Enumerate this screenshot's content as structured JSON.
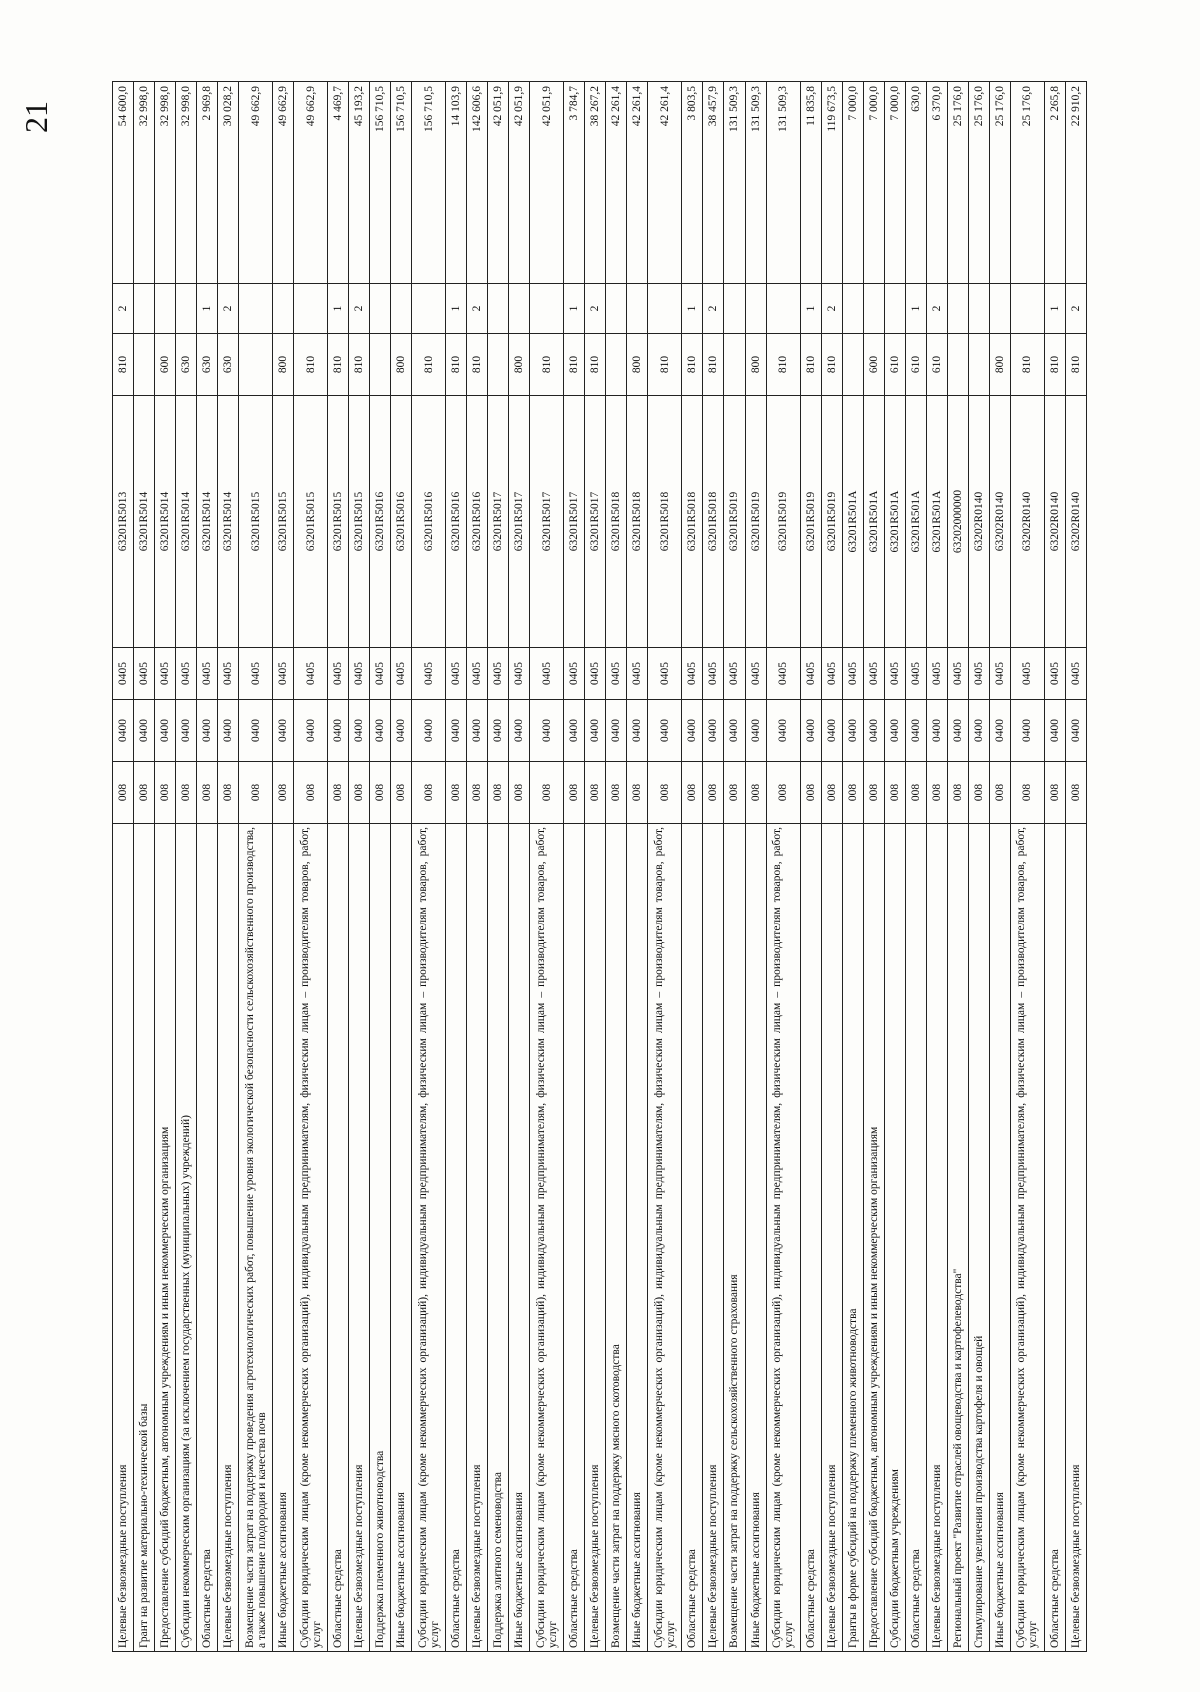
{
  "page_number": "21",
  "rows": [
    {
      "name": "Целевые безвозмездные поступления",
      "ministry": "008",
      "section": "0400",
      "subsection": "0405",
      "target": "63201R5013",
      "expense_type": "810",
      "note": "2",
      "amount": "54 600,0"
    },
    {
      "name": "Грант на развитие материально-технической базы",
      "ministry": "008",
      "section": "0400",
      "subsection": "0405",
      "target": "63201R5014",
      "expense_type": "",
      "note": "",
      "amount": "32 998,0"
    },
    {
      "name": "Предоставление субсидий бюджетным, автономным учреждениям и иным некоммерческим организациям",
      "ministry": "008",
      "section": "0400",
      "subsection": "0405",
      "target": "63201R5014",
      "expense_type": "600",
      "note": "",
      "amount": "32 998,0"
    },
    {
      "name": "Субсидии некоммерческим организациям (за исключением государственных (муниципальных) учреждений)",
      "ministry": "008",
      "section": "0400",
      "subsection": "0405",
      "target": "63201R5014",
      "expense_type": "630",
      "note": "",
      "amount": "32 998,0"
    },
    {
      "name": "Областные средства",
      "ministry": "008",
      "section": "0400",
      "subsection": "0405",
      "target": "63201R5014",
      "expense_type": "630",
      "note": "1",
      "amount": "2 969,8"
    },
    {
      "name": "Целевые безвозмездные поступления",
      "ministry": "008",
      "section": "0400",
      "subsection": "0405",
      "target": "63201R5014",
      "expense_type": "630",
      "note": "2",
      "amount": "30 028,2"
    },
    {
      "name": "Возмещение части затрат на поддержку проведения агротехнологических работ, повышение уровня экологической безопасности сельскохозяйственного производства, а также повышение плодородия и качества почв",
      "ministry": "008",
      "section": "0400",
      "subsection": "0405",
      "target": "63201R5015",
      "expense_type": "",
      "note": "",
      "amount": "49 662,9",
      "tall": true
    },
    {
      "name": "Иные бюджетные ассигнования",
      "ministry": "008",
      "section": "0400",
      "subsection": "0405",
      "target": "63201R5015",
      "expense_type": "800",
      "note": "",
      "amount": "49 662,9"
    },
    {
      "name": "Субсидии юридическим лицам (кроме некоммерческих организаций), индивидуальным предпринимателям, физическим лицам – производителям товаров, работ, услуг",
      "ministry": "008",
      "section": "0400",
      "subsection": "0405",
      "target": "63201R5015",
      "expense_type": "810",
      "note": "",
      "amount": "49 662,9",
      "tall": true
    },
    {
      "name": "Областные средства",
      "ministry": "008",
      "section": "0400",
      "subsection": "0405",
      "target": "63201R5015",
      "expense_type": "810",
      "note": "1",
      "amount": "4 469,7"
    },
    {
      "name": "Целевые безвозмездные поступления",
      "ministry": "008",
      "section": "0400",
      "subsection": "0405",
      "target": "63201R5015",
      "expense_type": "810",
      "note": "2",
      "amount": "45 193,2"
    },
    {
      "name": "Поддержка племенного животноводства",
      "ministry": "008",
      "section": "0400",
      "subsection": "0405",
      "target": "63201R5016",
      "expense_type": "",
      "note": "",
      "amount": "156 710,5"
    },
    {
      "name": "Иные бюджетные ассигнования",
      "ministry": "008",
      "section": "0400",
      "subsection": "0405",
      "target": "63201R5016",
      "expense_type": "800",
      "note": "",
      "amount": "156 710,5"
    },
    {
      "name": "Субсидии юридическим лицам (кроме некоммерческих организаций), индивидуальным предпринимателям, физическим лицам – производителям товаров, работ, услуг",
      "ministry": "008",
      "section": "0400",
      "subsection": "0405",
      "target": "63201R5016",
      "expense_type": "810",
      "note": "",
      "amount": "156 710,5",
      "tall": true
    },
    {
      "name": "Областные средства",
      "ministry": "008",
      "section": "0400",
      "subsection": "0405",
      "target": "63201R5016",
      "expense_type": "810",
      "note": "1",
      "amount": "14 103,9"
    },
    {
      "name": "Целевые безвозмездные поступления",
      "ministry": "008",
      "section": "0400",
      "subsection": "0405",
      "target": "63201R5016",
      "expense_type": "810",
      "note": "2",
      "amount": "142 606,6"
    },
    {
      "name": "Поддержка элитного семеноводства",
      "ministry": "008",
      "section": "0400",
      "subsection": "0405",
      "target": "63201R5017",
      "expense_type": "",
      "note": "",
      "amount": "42 051,9"
    },
    {
      "name": "Иные бюджетные ассигнования",
      "ministry": "008",
      "section": "0400",
      "subsection": "0405",
      "target": "63201R5017",
      "expense_type": "800",
      "note": "",
      "amount": "42 051,9"
    },
    {
      "name": "Субсидии юридическим лицам (кроме некоммерческих организаций), индивидуальным предпринимателям, физическим лицам – производителям товаров, работ, услуг",
      "ministry": "008",
      "section": "0400",
      "subsection": "0405",
      "target": "63201R5017",
      "expense_type": "810",
      "note": "",
      "amount": "42 051,9",
      "tall": true
    },
    {
      "name": "Областные средства",
      "ministry": "008",
      "section": "0400",
      "subsection": "0405",
      "target": "63201R5017",
      "expense_type": "810",
      "note": "1",
      "amount": "3 784,7"
    },
    {
      "name": "Целевые безвозмездные поступления",
      "ministry": "008",
      "section": "0400",
      "subsection": "0405",
      "target": "63201R5017",
      "expense_type": "810",
      "note": "2",
      "amount": "38 267,2"
    },
    {
      "name": "Возмещение части затрат на поддержку мясного скотоводства",
      "ministry": "008",
      "section": "0400",
      "subsection": "0405",
      "target": "63201R5018",
      "expense_type": "",
      "note": "",
      "amount": "42 261,4"
    },
    {
      "name": "Иные бюджетные ассигнования",
      "ministry": "008",
      "section": "0400",
      "subsection": "0405",
      "target": "63201R5018",
      "expense_type": "800",
      "note": "",
      "amount": "42 261,4"
    },
    {
      "name": "Субсидии юридическим лицам (кроме некоммерческих организаций), индивидуальным предпринимателям, физическим лицам – производителям товаров, работ, услуг",
      "ministry": "008",
      "section": "0400",
      "subsection": "0405",
      "target": "63201R5018",
      "expense_type": "810",
      "note": "",
      "amount": "42 261,4",
      "tall": true
    },
    {
      "name": "Областные средства",
      "ministry": "008",
      "section": "0400",
      "subsection": "0405",
      "target": "63201R5018",
      "expense_type": "810",
      "note": "1",
      "amount": "3 803,5"
    },
    {
      "name": "Целевые безвозмездные поступления",
      "ministry": "008",
      "section": "0400",
      "subsection": "0405",
      "target": "63201R5018",
      "expense_type": "810",
      "note": "2",
      "amount": "38 457,9"
    },
    {
      "name": "Возмещение части затрат на поддержку сельскохозяйственного страхования",
      "ministry": "008",
      "section": "0400",
      "subsection": "0405",
      "target": "63201R5019",
      "expense_type": "",
      "note": "",
      "amount": "131 509,3"
    },
    {
      "name": "Иные бюджетные ассигнования",
      "ministry": "008",
      "section": "0400",
      "subsection": "0405",
      "target": "63201R5019",
      "expense_type": "800",
      "note": "",
      "amount": "131 509,3"
    },
    {
      "name": "Субсидии юридическим лицам (кроме некоммерческих организаций), индивидуальным предпринимателям, физическим лицам – производителям товаров, работ, услуг",
      "ministry": "008",
      "section": "0400",
      "subsection": "0405",
      "target": "63201R5019",
      "expense_type": "810",
      "note": "",
      "amount": "131 509,3",
      "tall": true
    },
    {
      "name": "Областные средства",
      "ministry": "008",
      "section": "0400",
      "subsection": "0405",
      "target": "63201R5019",
      "expense_type": "810",
      "note": "1",
      "amount": "11 835,8"
    },
    {
      "name": "Целевые безвозмездные поступления",
      "ministry": "008",
      "section": "0400",
      "subsection": "0405",
      "target": "63201R5019",
      "expense_type": "810",
      "note": "2",
      "amount": "119 673,5"
    },
    {
      "name": "Гранты в форме субсидий на поддержку племенного животноводства",
      "ministry": "008",
      "section": "0400",
      "subsection": "0405",
      "target": "63201R501A",
      "expense_type": "",
      "note": "",
      "amount": "7 000,0"
    },
    {
      "name": "Предоставление субсидий бюджетным, автономным учреждениям и иным некоммерческим организациям",
      "ministry": "008",
      "section": "0400",
      "subsection": "0405",
      "target": "63201R501A",
      "expense_type": "600",
      "note": "",
      "amount": "7 000,0"
    },
    {
      "name": "Субсидии бюджетным учреждениям",
      "ministry": "008",
      "section": "0400",
      "subsection": "0405",
      "target": "63201R501A",
      "expense_type": "610",
      "note": "",
      "amount": "7 000,0"
    },
    {
      "name": "Областные средства",
      "ministry": "008",
      "section": "0400",
      "subsection": "0405",
      "target": "63201R501A",
      "expense_type": "610",
      "note": "1",
      "amount": "630,0"
    },
    {
      "name": "Целевые безвозмездные поступления",
      "ministry": "008",
      "section": "0400",
      "subsection": "0405",
      "target": "63201R501A",
      "expense_type": "610",
      "note": "2",
      "amount": "6 370,0"
    },
    {
      "name": "Региональный проект \"Развитие отраслей овощеводства и картофелеводства\"",
      "ministry": "008",
      "section": "0400",
      "subsection": "0405",
      "target": "63202000000",
      "expense_type": "",
      "note": "",
      "amount": "25 176,0"
    },
    {
      "name": "Стимулирование увеличения производства картофеля и овощей",
      "ministry": "008",
      "section": "0400",
      "subsection": "0405",
      "target": "63202R0140",
      "expense_type": "",
      "note": "",
      "amount": "25 176,0"
    },
    {
      "name": "Иные бюджетные ассигнования",
      "ministry": "008",
      "section": "0400",
      "subsection": "0405",
      "target": "63202R0140",
      "expense_type": "800",
      "note": "",
      "amount": "25 176,0"
    },
    {
      "name": "Субсидии юридическим лицам (кроме некоммерческих организаций), индивидуальным предпринимателям, физическим лицам – производителям товаров, работ, услуг",
      "ministry": "008",
      "section": "0400",
      "subsection": "0405",
      "target": "63202R0140",
      "expense_type": "810",
      "note": "",
      "amount": "25 176,0",
      "tall": true
    },
    {
      "name": "Областные средства",
      "ministry": "008",
      "section": "0400",
      "subsection": "0405",
      "target": "63202R0140",
      "expense_type": "810",
      "note": "1",
      "amount": "2 265,8"
    },
    {
      "name": "Целевые безвозмездные поступления",
      "ministry": "008",
      "section": "0400",
      "subsection": "0405",
      "target": "63202R0140",
      "expense_type": "810",
      "note": "2",
      "amount": "22 910,2"
    }
  ]
}
